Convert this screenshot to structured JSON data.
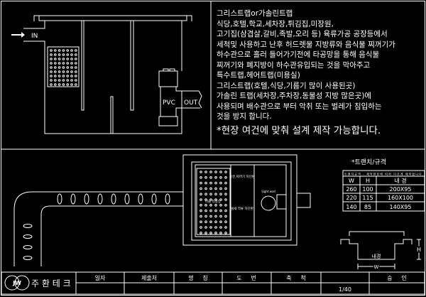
{
  "top_drawing": {
    "in_label": "IN",
    "pvc_label": "PVC",
    "out_label": "OUT"
  },
  "description": {
    "lines": [
      "그리스트랩or가솔린트랩",
      "식당,호텔,학교,세차장,튀김집,미장원,",
      "고기집(삼겹살,갈비,족발,오리 등) 육류가공 공장등에서",
      "세척및 사용하고 난후 허드렛물 지방류와 음식물 찌꺼기가",
      "하수관으로 흘러 들어가기전에 타공망을 통해 음식물",
      "찌꺼기와 폐지방이 하수관유입되는 것을 막아주고",
      "특수트랩,헤어트랩(미용실)",
      "그리스트랩(호텔,식당,기름기 많이 사용된곳)",
      "가솔린 트랩(세차장,주차장,동물성 지방 많은곳)에",
      "사용되며 배수관으로 부터 악취 또는 벌레가 침입하는",
      "것을 방지 합니다."
    ],
    "note": "*현장 여건에 맞춰 설계 제작 가능합니다."
  },
  "plan": {
    "screen_label": "이물 타공망",
    "baffle1_label": "유분,찌꺼기 차단판",
    "baffle2_label": "냄새 역류 차단판",
    "outlet_label": "Sight wall"
  },
  "spec": {
    "title": "*트랜치/규격",
    "note": "트랜치규격 - 제작현장에 따라 다르게 제작합니다.",
    "headers": [
      "W",
      "H",
      "내 경"
    ],
    "rows": [
      [
        "260",
        "100",
        "200X95"
      ],
      [
        "220",
        "115",
        "160X100"
      ],
      [
        "140",
        "85",
        "140X95"
      ]
    ]
  },
  "section": {
    "inner_label": "내경",
    "h_label": "H",
    "w_label": "W"
  },
  "title_block": {
    "company": "주 환 테 크",
    "logo": "JW",
    "headers": [
      "일자",
      "제출처",
      "명     칭",
      "도     번",
      "축     척",
      "승     인"
    ],
    "values": [
      "",
      "",
      "",
      "",
      "1/40",
      ""
    ]
  }
}
